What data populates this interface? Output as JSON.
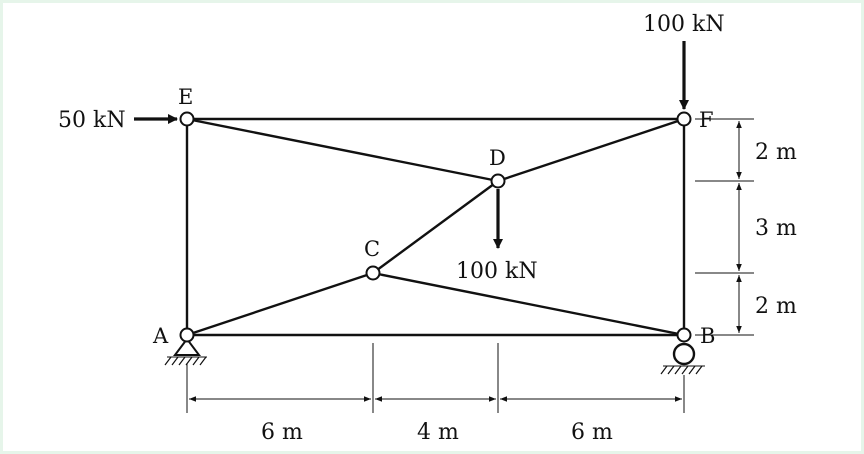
{
  "nodes": {
    "A": "A",
    "B": "B",
    "C": "C",
    "D": "D",
    "E": "E",
    "F": "F"
  },
  "loads": {
    "horizontal_at_E": "50 kN",
    "vertical_at_F": "100 kN",
    "vertical_at_D": "100 kN"
  },
  "dimensions": {
    "horizontal": [
      "6 m",
      "4 m",
      "6 m"
    ],
    "vertical": [
      "2 m",
      "3 m",
      "2 m"
    ]
  }
}
